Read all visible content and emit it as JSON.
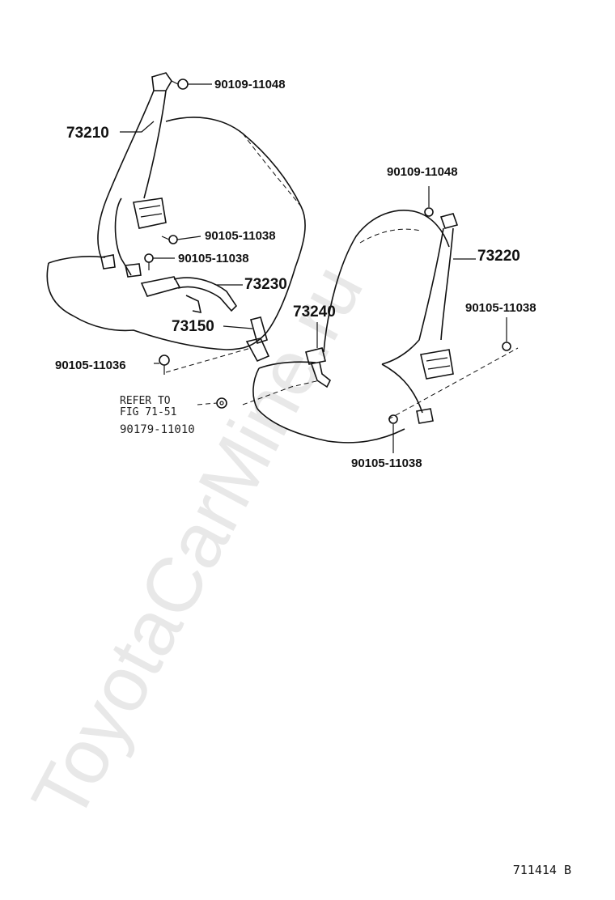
{
  "watermark": "ToyotaCarMine.ru",
  "figure_id": "711414 B",
  "labels": {
    "p73210": "73210",
    "p73220": "73220",
    "p73230": "73230",
    "p73240": "73240",
    "p73150": "73150",
    "bolt_left_top": "90109-11048",
    "bolt_left_retractor": "90105-11038",
    "bolt_left_mid": "90105-11038",
    "bolt_left_bottom": "90105-11036",
    "bolt_right_top": "90109-11048",
    "bolt_right_side": "90105-11038",
    "bolt_right_bottom": "90105-11038",
    "refer_line1": "REFER TO",
    "refer_line2": "FIG 71-51",
    "nut_code": "90179-11010"
  }
}
